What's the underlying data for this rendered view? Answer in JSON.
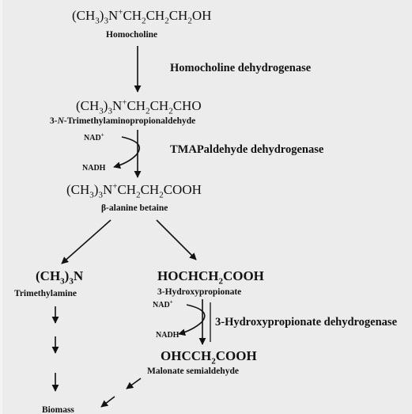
{
  "compounds": {
    "homocholine": {
      "formula": "(CH3)3N+CH2CH2CH2OH",
      "name": "Homocholine"
    },
    "tmapaldehyde": {
      "formula": "(CH3)3N+CH2CH2CHO",
      "name_prefix": "3-",
      "name_italic": "N",
      "name_suffix": "-Trimethylaminopropionaldehyde"
    },
    "beta_alanine_betaine": {
      "formula": "(CH3)3N+CH2CH2COOH",
      "name": "β-alanine betaine"
    },
    "trimethylamine": {
      "formula": "(CH3)3N",
      "name": "Trimethylamine"
    },
    "hydroxypropionate": {
      "formula": "HOCHCH2COOH",
      "name": "3-Hydroxypropionate"
    },
    "malonate_semialdehyde": {
      "formula": "OHCCH2COOH",
      "name": "Malonate semialdehyde"
    },
    "biomass": {
      "name": "Biomass"
    }
  },
  "enzymes": {
    "homocholine_dehydrogenase": "Homocholine dehydrogenase",
    "tmapaldehyde_dehydrogenase": "TMAPaldehyde dehydrogenase",
    "hydroxypropionate_dehydrogenase": "3-Hydroxypropionate dehydrogenase"
  },
  "cofactors": {
    "nad_1": "NAD+",
    "nadh_1": "NADH",
    "nad_2": "NAD+",
    "nadh_2": "NADH"
  },
  "colors": {
    "background": "#ececec",
    "ink": "#111111"
  }
}
